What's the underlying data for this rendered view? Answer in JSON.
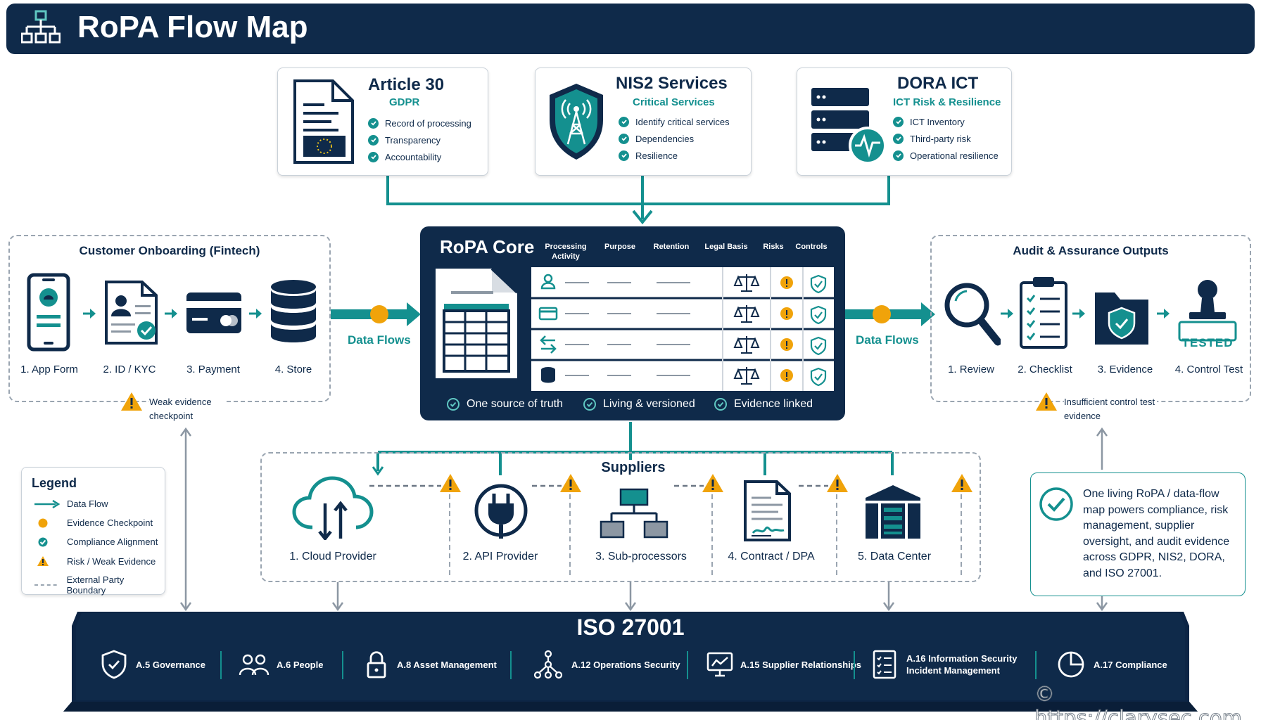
{
  "header": {
    "title": "RoPA Flow Map"
  },
  "frameworks": [
    {
      "title": "Article 30",
      "subtitle": "GDPR",
      "items": [
        "Record of processing",
        "Transparency",
        "Accountability"
      ]
    },
    {
      "title": "NIS2 Services",
      "subtitle": "Critical Services",
      "items": [
        "Identify critical services",
        "Dependencies",
        "Resilience"
      ]
    },
    {
      "title": "DORA ICT",
      "subtitle": "ICT Risk & Resilience",
      "items": [
        "ICT Inventory",
        "Third-party risk",
        "Operational resilience"
      ]
    }
  ],
  "onboarding": {
    "title": "Customer Onboarding (Fintech)",
    "steps": [
      "1. App Form",
      "2. ID / KYC",
      "3. Payment",
      "4. Store"
    ],
    "warning": "Weak evidence checkpoint"
  },
  "flows": {
    "left_label": "Data Flows",
    "right_label": "Data Flows"
  },
  "core": {
    "title": "RoPA Core",
    "columns": [
      "Processing Activity",
      "Purpose",
      "Retention",
      "Legal Basis",
      "Risks",
      "Controls"
    ],
    "footer": [
      "One source of truth",
      "Living & versioned",
      "Evidence linked"
    ]
  },
  "audit": {
    "title": "Audit & Assurance Outputs",
    "steps": [
      "1. Review",
      "2. Checklist",
      "3. Evidence",
      "4. Control Test"
    ],
    "stamp_text": "TESTED",
    "warning": "Insufficient control test evidence"
  },
  "suppliers": {
    "title": "Suppliers",
    "items": [
      "1. Cloud Provider",
      "2. API Provider",
      "3. Sub-processors",
      "4. Contract / DPA",
      "5. Data Center"
    ]
  },
  "legend": {
    "title": "Legend",
    "items": [
      "Data Flow",
      "Evidence Checkpoint",
      "Compliance Alignment",
      "Risk / Weak Evidence",
      "External Party Boundary"
    ]
  },
  "message": "One living RoPA / data-flow map powers compliance, risk management, supplier oversight, and audit evidence across GDPR, NIS2, DORA, and ISO 27001.",
  "iso": {
    "title": "ISO 27001",
    "controls": [
      "A.5 Governance",
      "A.6 People",
      "A.8 Asset Management",
      "A.12 Operations Security",
      "A.15 Supplier Relationships",
      "A.16 Information Security Incident Management",
      "A.17 Compliance"
    ]
  },
  "watermark": "© https://clarysec.com",
  "colors": {
    "navy": "#0f2a4a",
    "teal": "#14908f",
    "warning": "#f0a30a",
    "border": "#9aa5b1"
  }
}
